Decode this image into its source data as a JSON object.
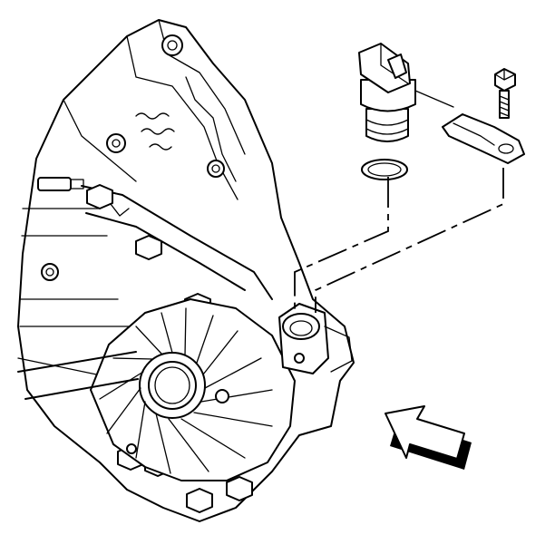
{
  "diagram": {
    "background": "#ffffff",
    "ink": "#000000",
    "parts": [
      {
        "name": "transmission-case"
      },
      {
        "name": "differential-housing"
      },
      {
        "name": "speed-sensor"
      },
      {
        "name": "o-ring-seal"
      },
      {
        "name": "retaining-bracket"
      },
      {
        "name": "retaining-bolt"
      },
      {
        "name": "sensor-bore"
      }
    ],
    "indicator_icon": "view-direction-arrow-icon"
  }
}
